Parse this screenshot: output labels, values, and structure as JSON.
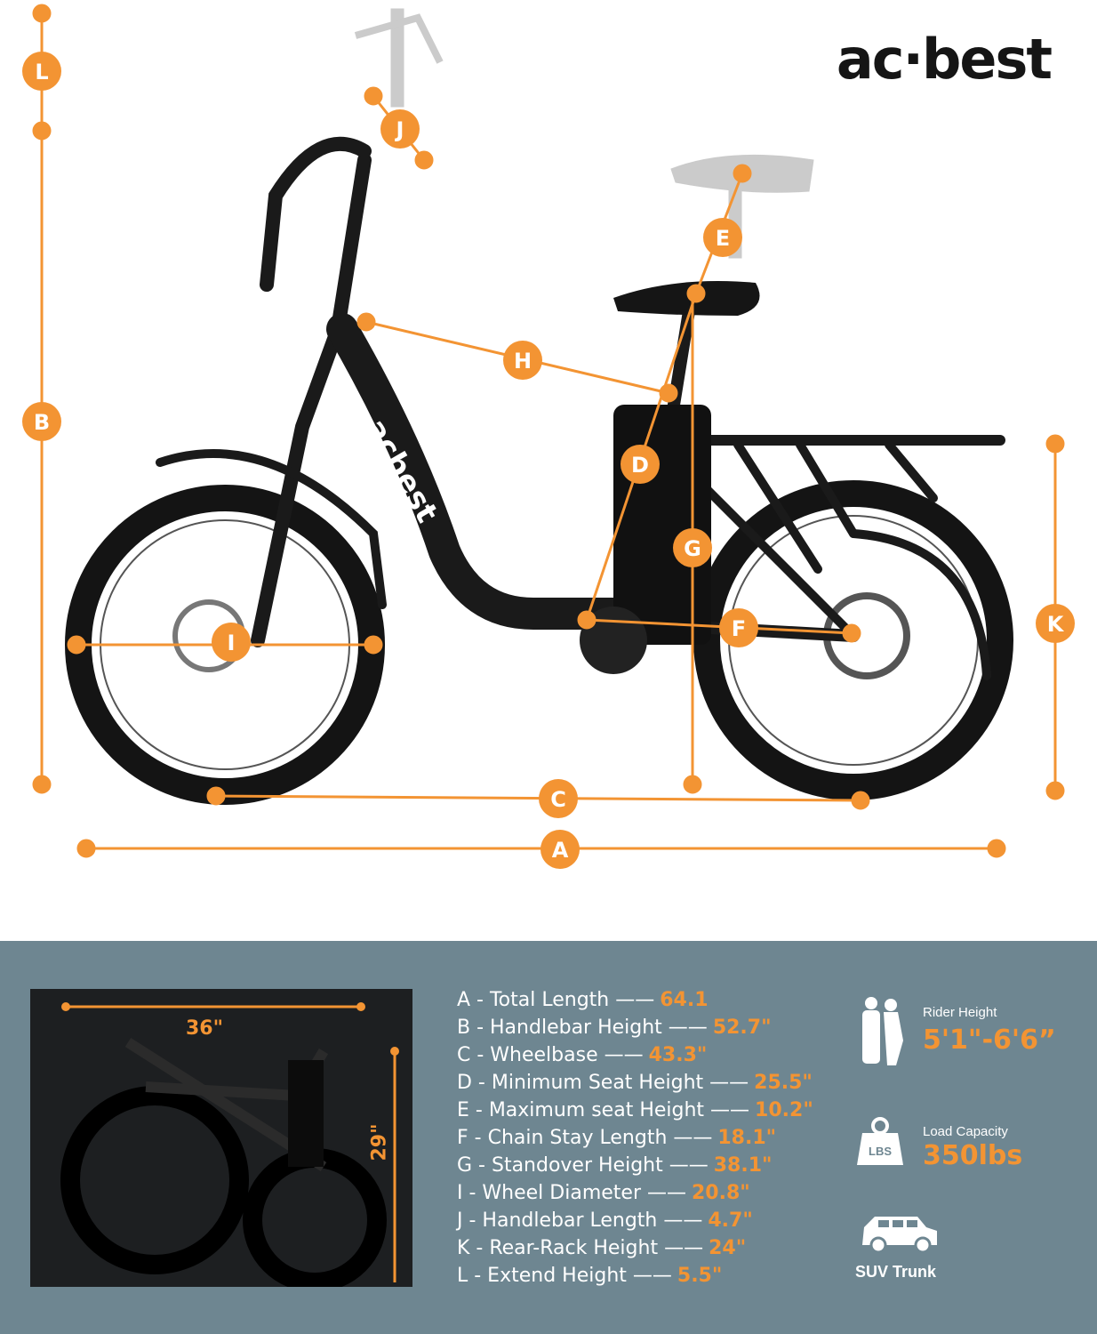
{
  "brand": {
    "logo_text": "ac·best"
  },
  "diagram": {
    "labels": [
      "A",
      "B",
      "C",
      "D",
      "E",
      "F",
      "G",
      "H",
      "I",
      "J",
      "K",
      "L"
    ],
    "accent_color": "#f39433"
  },
  "folded": {
    "width_label": "36\"",
    "height_label": "29\""
  },
  "specs": [
    {
      "label": "A - Total Length ——",
      "value": "64.1"
    },
    {
      "label": "B - Handlebar Height  ——",
      "value": "52.7\""
    },
    {
      "label": "C - Wheelbase ——",
      "value": "43.3\""
    },
    {
      "label": "D - Minimum Seat Height  ——",
      "value": "25.5\""
    },
    {
      "label": "E - Maximum seat Height ——",
      "value": "10.2\""
    },
    {
      "label": "F - Chain Stay Length ——",
      "value": "18.1\""
    },
    {
      "label": "G - Standover Height ——",
      "value": "38.1\""
    },
    {
      "label": "I -  Wheel Diameter ——",
      "value": "20.8\""
    },
    {
      "label": "J - Handlebar Length  ——",
      "value": "4.7\""
    },
    {
      "label": "K - Rear-Rack Height  ——",
      "value": "24\""
    },
    {
      "label": "L - Extend Height  ——",
      "value": "5.5\""
    }
  ],
  "features": {
    "rider": {
      "label": "Rider Height",
      "value": "5'1\"-6'6”"
    },
    "load": {
      "label": "Load Capacity",
      "value": "350lbs",
      "icon_text": "LBS"
    },
    "suv": {
      "label": "SUV Trunk"
    }
  },
  "panel_color": "#6e8691"
}
